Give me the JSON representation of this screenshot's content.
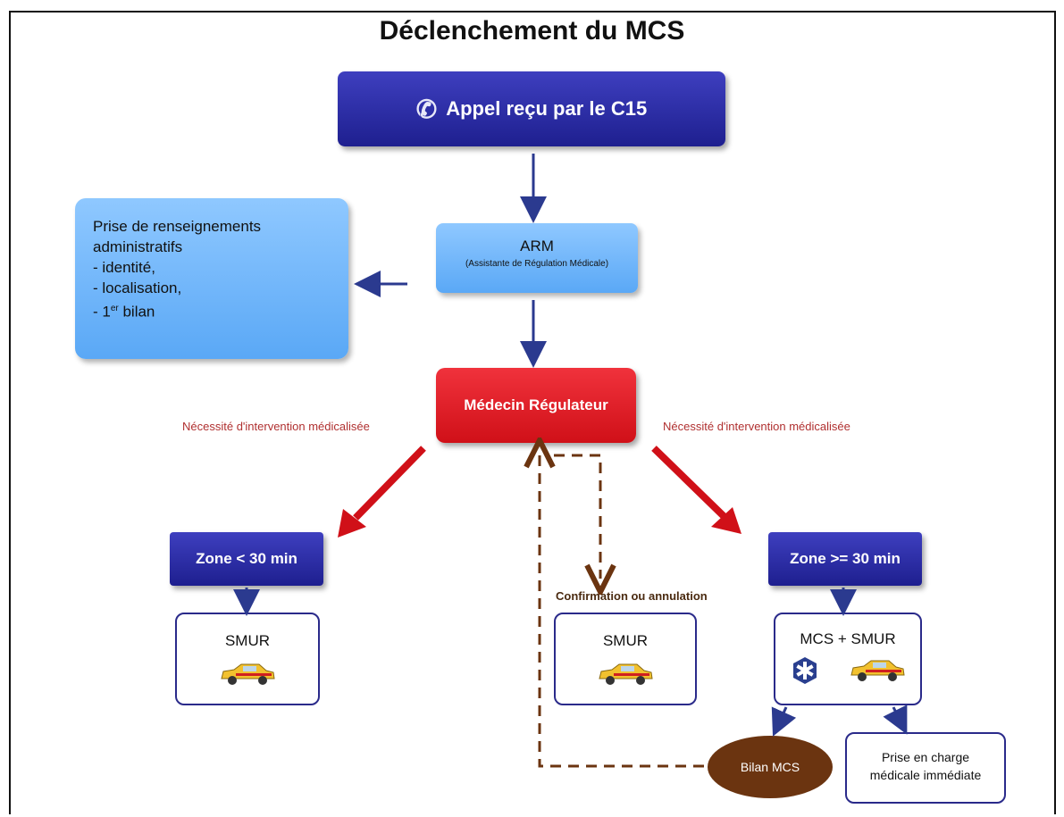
{
  "title": "Déclenchement du MCS",
  "appel": {
    "label": "Appel reçu par le C15"
  },
  "arm": {
    "title": "ARM",
    "subtitle": "(Assistante de Régulation Médicale)"
  },
  "renseignements": {
    "heading1": "Prise de renseignements",
    "heading2": "administratifs",
    "items": [
      "- identité,",
      "- localisation,"
    ],
    "item3_prefix": "- 1",
    "item3_sup": "er",
    "item3_suffix": " bilan"
  },
  "regulateur": {
    "label": "Médecin Régulateur"
  },
  "note_left": "Nécessité d'intervention médicalisée",
  "note_right": "Nécessité d'intervention médicalisée",
  "zone_left": {
    "label": "Zone < 30 min"
  },
  "zone_right": {
    "label": "Zone >= 30 min"
  },
  "smur_left": {
    "label": "SMUR"
  },
  "smur_center": {
    "label": "SMUR"
  },
  "confirmation": "Confirmation ou annulation",
  "mcs_smur": {
    "label": "MCS + SMUR"
  },
  "bilan": {
    "label": "Bilan MCS"
  },
  "prise_en_charge": {
    "line1": "Prise en charge",
    "line2": "médicale immédiate"
  },
  "colors": {
    "dark_blue": "#1e1f8f",
    "light_blue": "#5aa8f6",
    "red": "#d01018",
    "brown": "#6b3410",
    "arrow_blue": "#2b3a8f"
  },
  "icons": [
    "phone-icon",
    "ambulance-car-icon",
    "star-of-life-icon"
  ]
}
